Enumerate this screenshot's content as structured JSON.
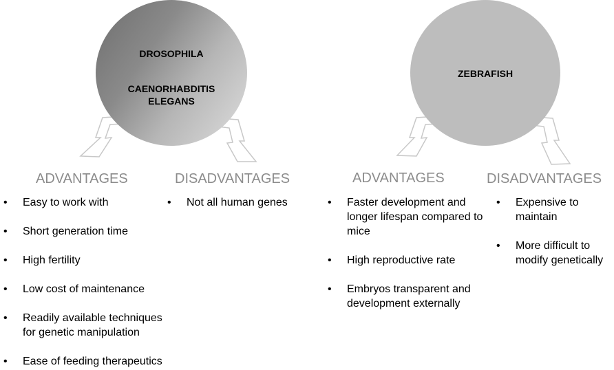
{
  "left_group": {
    "circle_lines": [
      "DROSOPHILA",
      "CAENORHABDITIS",
      "ELEGANS"
    ],
    "advantages_heading": "ADVANTAGES",
    "disadvantages_heading": "DISADVANTAGES",
    "advantages": [
      "Easy to work with",
      "Short generation time",
      "High fertility",
      "Low cost of maintenance",
      "Readily available techniques for genetic manipulation",
      "Ease of feeding therapeutics"
    ],
    "disadvantages": [
      "Not all human genes"
    ]
  },
  "right_group": {
    "circle_lines": [
      "ZEBRAFISH"
    ],
    "advantages_heading": "ADVANTAGES",
    "disadvantages_heading": "DISADVANTAGES",
    "advantages": [
      "Faster development and longer lifespan compared to mice",
      "High reproductive rate",
      "Embryos transparent and development externally"
    ],
    "disadvantages": [
      "Expensive to maintain",
      "More difficult to modify genetically"
    ]
  },
  "bullet_glyph": "•",
  "colors": {
    "heading": "#8c8c8c",
    "arrow_stroke": "#c8c8c8",
    "right_circle": "#bdbdbd"
  }
}
